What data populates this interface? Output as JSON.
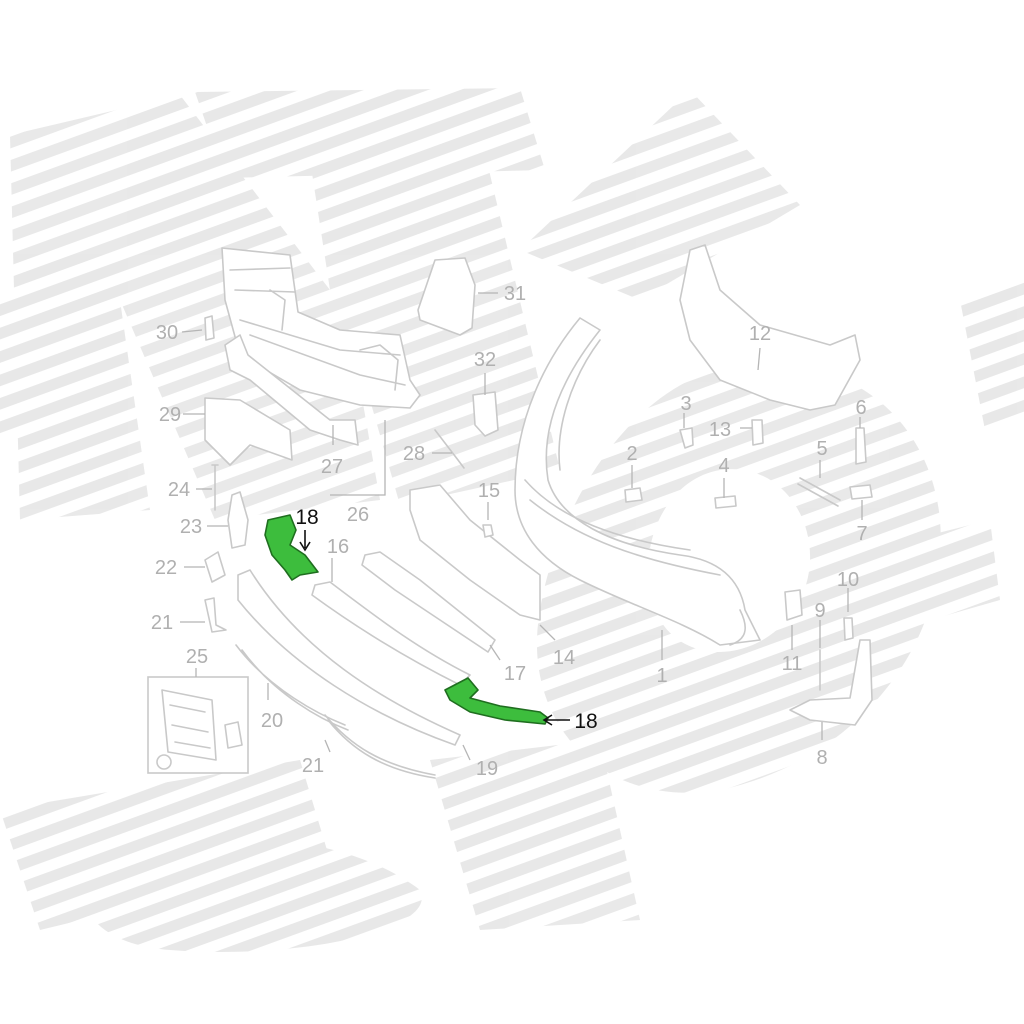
{
  "diagram": {
    "highlight_color": "#3dbd3d",
    "line_color": "#c9c9c9",
    "watermark_color": "#e3e3e3",
    "callouts": [
      {
        "id": "1",
        "label": "1",
        "highlighted": false
      },
      {
        "id": "2",
        "label": "2",
        "highlighted": false
      },
      {
        "id": "3",
        "label": "3",
        "highlighted": false
      },
      {
        "id": "4",
        "label": "4",
        "highlighted": false
      },
      {
        "id": "5",
        "label": "5",
        "highlighted": false
      },
      {
        "id": "6",
        "label": "6",
        "highlighted": false
      },
      {
        "id": "7",
        "label": "7",
        "highlighted": false
      },
      {
        "id": "8",
        "label": "8",
        "highlighted": false
      },
      {
        "id": "9",
        "label": "9",
        "highlighted": false
      },
      {
        "id": "10",
        "label": "10",
        "highlighted": false
      },
      {
        "id": "11",
        "label": "11",
        "highlighted": false
      },
      {
        "id": "12",
        "label": "12",
        "highlighted": false
      },
      {
        "id": "13",
        "label": "13",
        "highlighted": false
      },
      {
        "id": "14",
        "label": "14",
        "highlighted": false
      },
      {
        "id": "15",
        "label": "15",
        "highlighted": false
      },
      {
        "id": "16",
        "label": "16",
        "highlighted": false
      },
      {
        "id": "17",
        "label": "17",
        "highlighted": false
      },
      {
        "id": "18a",
        "label": "18",
        "highlighted": true
      },
      {
        "id": "18b",
        "label": "18",
        "highlighted": true
      },
      {
        "id": "19",
        "label": "19",
        "highlighted": false
      },
      {
        "id": "20",
        "label": "20",
        "highlighted": false
      },
      {
        "id": "21a",
        "label": "21",
        "highlighted": false
      },
      {
        "id": "21b",
        "label": "21",
        "highlighted": false
      },
      {
        "id": "22",
        "label": "22",
        "highlighted": false
      },
      {
        "id": "23",
        "label": "23",
        "highlighted": false
      },
      {
        "id": "24",
        "label": "24",
        "highlighted": false
      },
      {
        "id": "25",
        "label": "25",
        "highlighted": false
      },
      {
        "id": "26",
        "label": "26",
        "highlighted": false
      },
      {
        "id": "27",
        "label": "27",
        "highlighted": false
      },
      {
        "id": "28",
        "label": "28",
        "highlighted": false
      },
      {
        "id": "29",
        "label": "29",
        "highlighted": false
      },
      {
        "id": "30",
        "label": "30",
        "highlighted": false
      },
      {
        "id": "31",
        "label": "31",
        "highlighted": false
      },
      {
        "id": "32",
        "label": "32",
        "highlighted": false
      }
    ]
  }
}
